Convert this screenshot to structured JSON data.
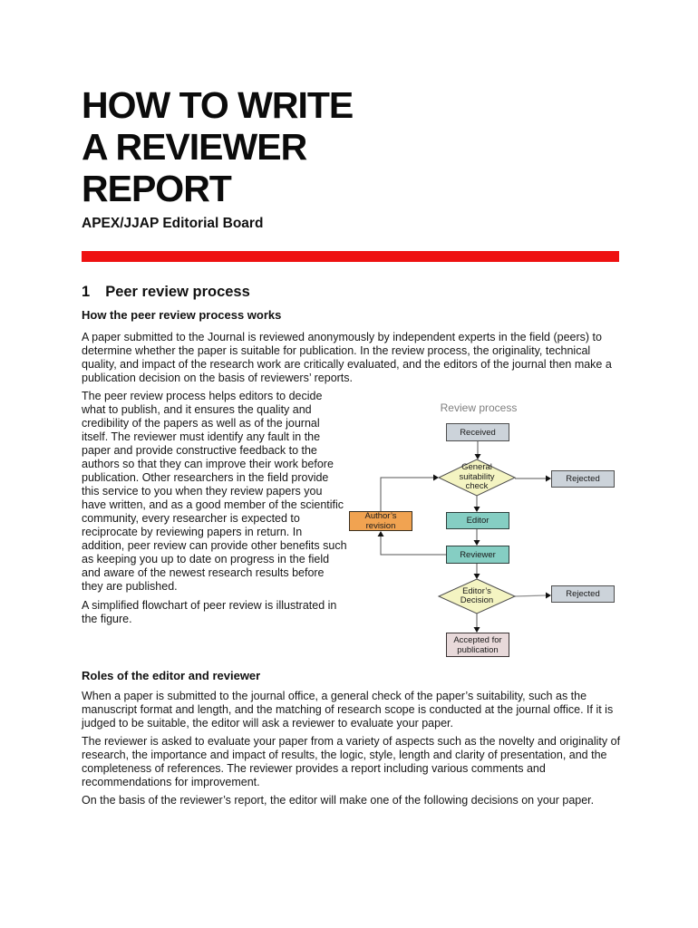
{
  "page": {
    "title_lines": [
      "HOW TO WRITE",
      "A REVIEWER",
      "REPORT"
    ],
    "subtitle": "APEX/JJAP Editorial Board",
    "accent_color": "#ee1111"
  },
  "section1": {
    "number": "1",
    "title": "Peer review process"
  },
  "how_it_works": {
    "heading": "How the peer review process works",
    "paragraph_intro": "A paper submitted to the Journal is reviewed anonymously by independent experts in the field (peers) to determine whether the paper is suitable for publication. In the review process, the originality, technical quality, and impact of the research work are critically evaluated, and the editors of the journal then make a publication decision on the basis of reviewers’ reports.",
    "paragraph_left_1": "The peer review process helps editors to decide what to publish, and it ensures the quality and credibility of the papers as well as of the journal itself. The reviewer must identify any fault in the paper and provide constructive feedback to the authors so that they can improve their work before publication. Other researchers in the field provide this service to you when they review papers you have written, and as a good member of the scientific community, every researcher is expected to reciprocate by reviewing papers in return. In addition, peer review can provide other benefits such as keeping you up to date on progress in the field and aware of the newest research results before they are published.",
    "paragraph_left_2": "A simplified flowchart of peer review is illustrated in the figure."
  },
  "flowchart": {
    "title": "Review process",
    "nodes": {
      "received": "Received",
      "suitability": "General suitability check",
      "rejected_top": "Rejected",
      "authors_revision": "Author’s revision",
      "editor": "Editor",
      "reviewer": "Reviewer",
      "decision": "Editor’s Decision",
      "rejected_bottom": "Rejected",
      "accepted": "Accepted for publication"
    },
    "colors": {
      "gray_box": "#ccd3da",
      "teal_box": "#85cec3",
      "orange_box": "#f1a351",
      "yellow_diamond": "#f4f4c2",
      "pink_box": "#e8d9da"
    }
  },
  "roles": {
    "heading": "Roles of the editor and reviewer",
    "paragraph1": "When a paper is submitted to the journal office, a general check of the paper’s suitability, such as the manuscript format and length, and the matching of research scope is conducted at the journal office. If it is judged to be suitable, the editor will ask a reviewer to evaluate your paper.",
    "paragraph2": "The reviewer is asked to evaluate your paper from a variety of aspects such as the novelty and originality of research, the importance and impact of results, the logic, style, length and clarity of presentation, and the completeness of references. The reviewer provides a report including various comments and recommendations for improvement.",
    "paragraph3": "On the basis of the reviewer’s report, the editor will make one of the following decisions on your paper."
  }
}
